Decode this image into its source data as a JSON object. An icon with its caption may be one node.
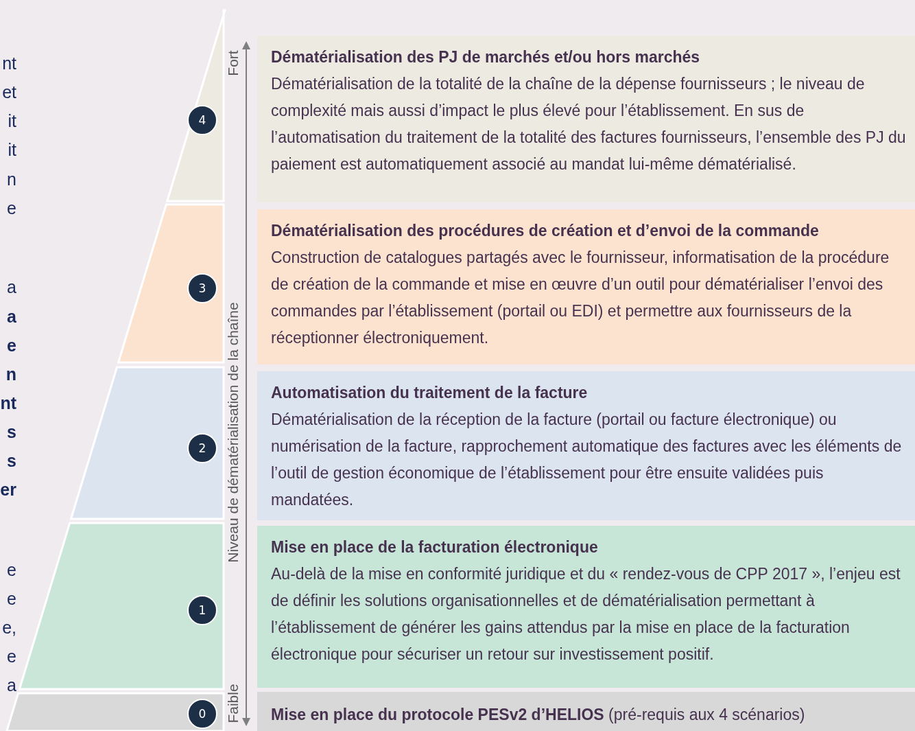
{
  "diagram": {
    "nodes": [
      {
        "text": [
          "4"
        ]
      },
      {
        "text": [
          "Dématérialisation des PJ de marchés et/ou hors marchés",
          "Dématérialisation de la totalité de la chaîne de la dépense fournisseurs ; le niveau de complexité mais aussi d’impact le plus élevé pour l’établissement. En sus de l’automatisation du traitement de la totalité des factures fournisseurs, l’ensemble des PJ du paiement est automatiquement associé au mandat lui-même dématérialisé."
        ]
      },
      {
        "text": [
          "3"
        ]
      },
      {
        "text": [
          "Dématérialisation des procédures de création et d’envoi de la commande",
          "Construction de catalogues partagés avec le fournisseur, informatisation de la procédure de création de la commande et mise en œuvre d’un outil pour dématérialiser l’envoi des commandes par l’établissement (portail ou EDI) et permettre aux fournisseurs de la réceptionner électroniquement."
        ]
      },
      {
        "text": [
          "2"
        ]
      },
      {
        "text": [
          "Automatisation du traitement de la facture",
          "Dématérialisation de la réception de la facture (portail ou facture électronique) ou numérisation de la facture, rapprochement automatique des factures avec les éléments de l’outil de gestion économique de l’établissement pour être ensuite validées puis mandatées."
        ]
      },
      {
        "text": [
          "1"
        ]
      },
      {
        "text": [
          "Mise en place de la facturation électronique",
          "Au-delà de la mise en conformité juridique et du « rendez-vous de CPP 2017 », l’enjeu est de définir les solutions organisationnelles et de dématérialisation permettant à l’établissement de générer les gains attendus par la mise en place de la facturation électronique pour sécuriser un retour sur investissement positif."
        ]
      },
      {
        "text": [
          "0"
        ]
      },
      {
        "text": [
          "**Mise en place du protocole PESv2 d’HELIOS** (pré-requis aux 4 scénarios)"
        ]
      }
    ],
    "edges": [],
    "labels": [
      "nt",
      "et",
      "it",
      "it",
      "n",
      "e",
      "a",
      "**a**",
      "**e**",
      "**n**",
      "**nt**",
      "**s**",
      "**s**",
      "**er**",
      "e",
      "e",
      "e,",
      "e",
      "a",
      "Fort",
      "Niveau de dématérialisation de la chaîne",
      "Faible"
    ]
  }
}
